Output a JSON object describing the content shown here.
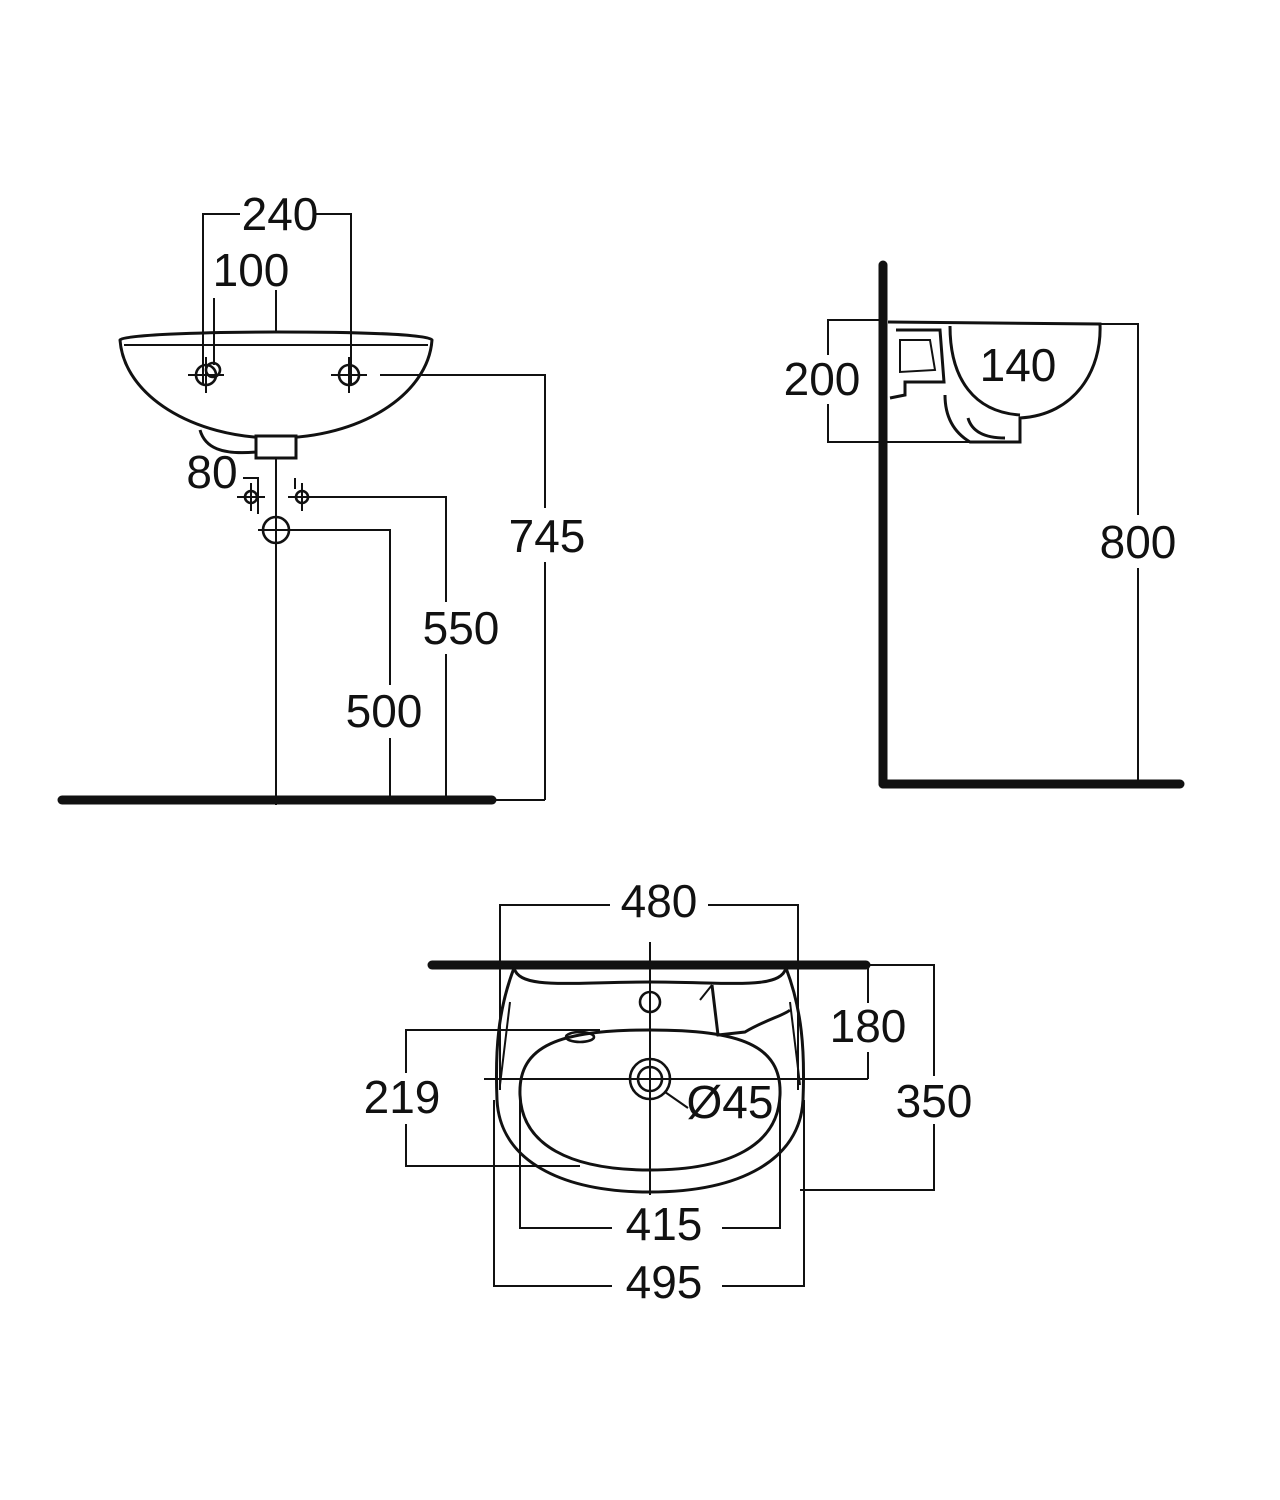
{
  "colors": {
    "ink": "#111111",
    "paper": "#ffffff"
  },
  "front_view": {
    "dim_tap_spacing": "240",
    "dim_center_offset": "100",
    "dim_waste_spacing": "80",
    "dim_top_height": "745",
    "dim_supply_height": "550",
    "dim_waste_height": "500"
  },
  "side_view": {
    "dim_basin_height": "200",
    "dim_bowl_depth": "140",
    "dim_rim_height": "800"
  },
  "top_view": {
    "dim_overall_width": "480",
    "dim_tap_to_waste": "180",
    "dim_bowl_front": "219",
    "dim_waste_diameter": "Ø45",
    "dim_overall_depth": "350",
    "dim_bowl_width": "415",
    "dim_max_width": "495"
  }
}
